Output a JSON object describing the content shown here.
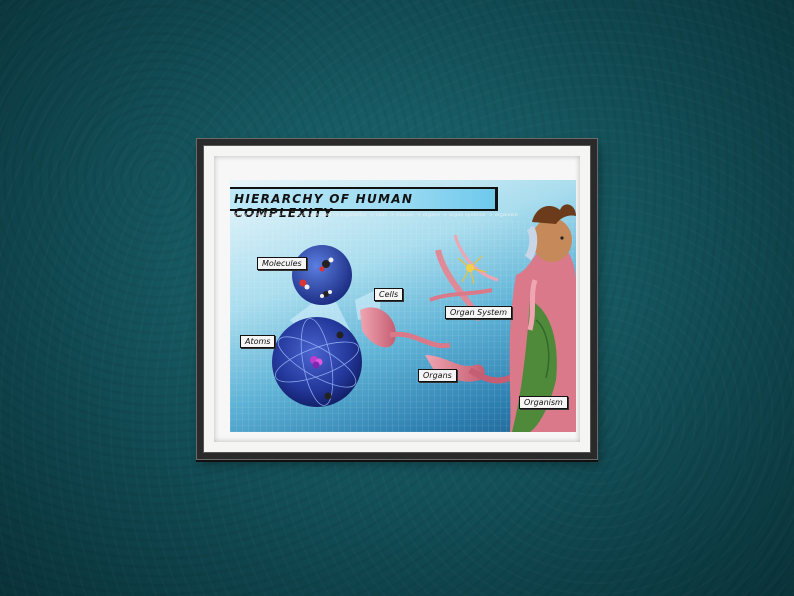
{
  "poster": {
    "title": "HIERARCHY OF HUMAN COMPLEXITY",
    "subtitle": "atoms -> molecules -> macromolecules -> organelles -> cells -> tissues -> organs -> organ systems -> organism",
    "labels": {
      "molecules": "Molecules",
      "cells": "Cells",
      "atoms": "Atoms",
      "organ_system": "Organ System",
      "organs": "Organs",
      "organism": "Organism"
    }
  },
  "colors": {
    "wall": "#175a63",
    "frame": "#2a2a2a",
    "mat": "#f7f7f7",
    "title_box": "#9fdcf3",
    "sphere": "#2a3f9e",
    "organ_pink": "#d9798a",
    "leaf_green": "#4e8a3a"
  }
}
